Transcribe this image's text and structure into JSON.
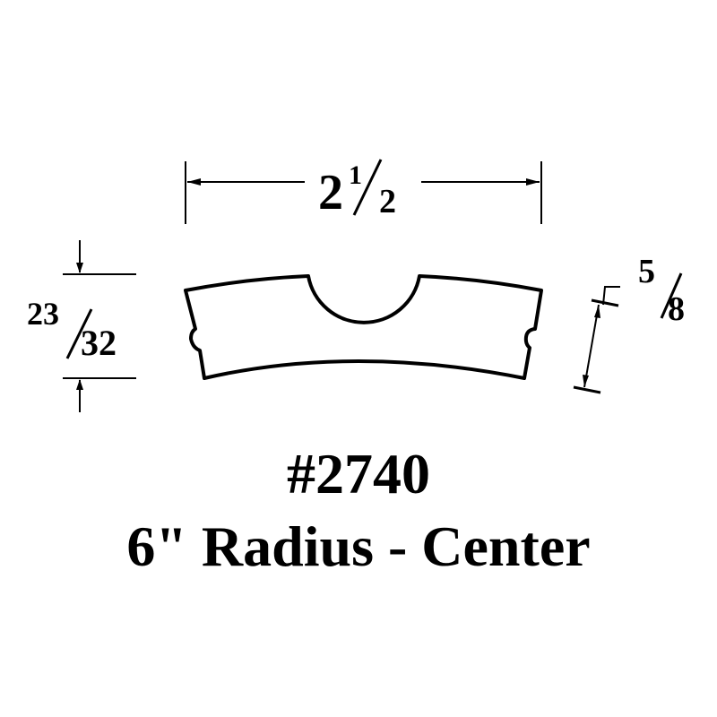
{
  "dimensions": {
    "width": {
      "whole": "2",
      "numerator": "1",
      "denominator": "2"
    },
    "height": {
      "numerator": "23",
      "denominator": "32"
    },
    "thickness": {
      "numerator": "5",
      "denominator": "8"
    }
  },
  "part_number": "#2740",
  "description": "6\" Radius - Center",
  "colors": {
    "line": "#000000",
    "background": "#ffffff"
  }
}
